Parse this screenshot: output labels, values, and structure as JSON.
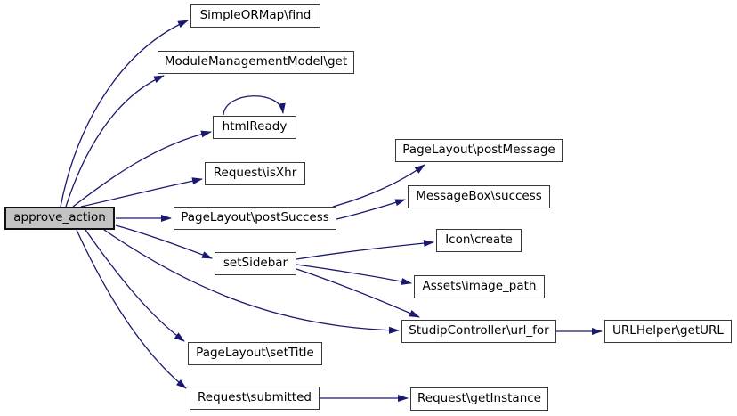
{
  "diagram": {
    "type": "call-graph",
    "colors": {
      "edge": "#191970",
      "node_border": "#383838",
      "node_fill": "#ffffff",
      "highlight_fill": "#c3c3c3",
      "background": "#ffffff"
    },
    "nodes": [
      {
        "id": "approve_action",
        "label": "approve_action",
        "highlighted": true
      },
      {
        "id": "simpleormap_find",
        "label": "SimpleORMap\\find",
        "highlighted": false
      },
      {
        "id": "modulemanagementmodel_get",
        "label": "ModuleManagementModel\\get",
        "highlighted": false
      },
      {
        "id": "htmlready",
        "label": "htmlReady",
        "highlighted": false
      },
      {
        "id": "request_isxhr",
        "label": "Request\\isXhr",
        "highlighted": false
      },
      {
        "id": "pagelayout_postsuccess",
        "label": "PageLayout\\postSuccess",
        "highlighted": false
      },
      {
        "id": "setsidebar",
        "label": "setSidebar",
        "highlighted": false
      },
      {
        "id": "pagelayout_settitle",
        "label": "PageLayout\\setTitle",
        "highlighted": false
      },
      {
        "id": "request_submitted",
        "label": "Request\\submitted",
        "highlighted": false
      },
      {
        "id": "pagelayout_postmessage",
        "label": "PageLayout\\postMessage",
        "highlighted": false
      },
      {
        "id": "messagebox_success",
        "label": "MessageBox\\success",
        "highlighted": false
      },
      {
        "id": "icon_create",
        "label": "Icon\\create",
        "highlighted": false
      },
      {
        "id": "assets_image_path",
        "label": "Assets\\image_path",
        "highlighted": false
      },
      {
        "id": "studipcontroller_url_for",
        "label": "StudipController\\url_for",
        "highlighted": false
      },
      {
        "id": "urlhelper_geturl",
        "label": "URLHelper\\getURL",
        "highlighted": false
      },
      {
        "id": "request_getinstance",
        "label": "Request\\getInstance",
        "highlighted": false
      }
    ],
    "edges": [
      {
        "from": "approve_action",
        "to": "simpleormap_find"
      },
      {
        "from": "approve_action",
        "to": "modulemanagementmodel_get"
      },
      {
        "from": "approve_action",
        "to": "htmlready"
      },
      {
        "from": "approve_action",
        "to": "request_isxhr"
      },
      {
        "from": "approve_action",
        "to": "pagelayout_postsuccess"
      },
      {
        "from": "approve_action",
        "to": "setsidebar"
      },
      {
        "from": "approve_action",
        "to": "studipcontroller_url_for"
      },
      {
        "from": "approve_action",
        "to": "pagelayout_settitle"
      },
      {
        "from": "approve_action",
        "to": "request_submitted"
      },
      {
        "from": "htmlready",
        "to": "htmlready"
      },
      {
        "from": "pagelayout_postsuccess",
        "to": "pagelayout_postmessage"
      },
      {
        "from": "pagelayout_postsuccess",
        "to": "messagebox_success"
      },
      {
        "from": "setsidebar",
        "to": "icon_create"
      },
      {
        "from": "setsidebar",
        "to": "assets_image_path"
      },
      {
        "from": "setsidebar",
        "to": "studipcontroller_url_for"
      },
      {
        "from": "studipcontroller_url_for",
        "to": "urlhelper_geturl"
      },
      {
        "from": "request_submitted",
        "to": "request_getinstance"
      }
    ]
  }
}
